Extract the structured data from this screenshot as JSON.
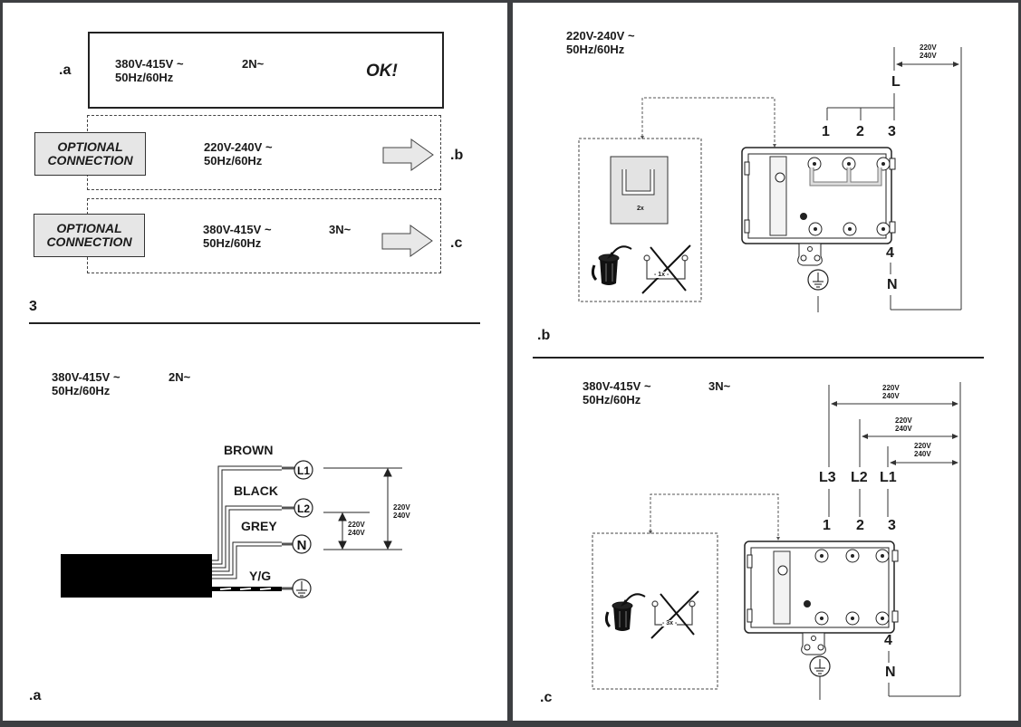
{
  "left_page": {
    "overview": {
      "row_a": {
        "label": ".a",
        "voltage": "380V-415V ~",
        "frequency": "50Hz/60Hz",
        "phase": "2N~",
        "status": "OK!"
      },
      "row_b": {
        "badge_line1": "OPTIONAL",
        "badge_line2": "CONNECTION",
        "voltage": "220V-240V ~",
        "frequency": "50Hz/60Hz",
        "label": ".b"
      },
      "row_c": {
        "badge_line1": "OPTIONAL",
        "badge_line2": "CONNECTION",
        "voltage": "380V-415V ~",
        "frequency": "50Hz/60Hz",
        "phase": "3N~",
        "label": ".c"
      }
    },
    "section_number": "3",
    "diagram_a": {
      "voltage": "380V-415V ~",
      "frequency": "50Hz/60Hz",
      "phase": "2N~",
      "wires": [
        {
          "color_name": "BROWN",
          "terminal": "L1"
        },
        {
          "color_name": "BLACK",
          "terminal": "L2"
        },
        {
          "color_name": "GREY",
          "terminal": "N"
        },
        {
          "color_name": "Y/G",
          "terminal": "earth"
        }
      ],
      "measure_l1_n": "220V\n240V",
      "measure_l2_n": "220V\n240V",
      "caption": ".a"
    }
  },
  "right_page": {
    "diagram_b": {
      "voltage": "220V-240V ~",
      "frequency": "50Hz/60Hz",
      "measure": "220V\n240V",
      "line_label": "L",
      "terminals_top": [
        "1",
        "2",
        "3"
      ],
      "terminal_bottom": "4",
      "neutral_label": "N",
      "bridge_count": "2x",
      "discard_count": "- 1x -",
      "caption": ".b"
    },
    "diagram_c": {
      "voltage": "380V-415V ~",
      "frequency": "50Hz/60Hz",
      "phase": "3N~",
      "measures": [
        "220V\n240V",
        "220V\n240V",
        "220V\n240V"
      ],
      "line_labels": [
        "L3",
        "L2",
        "L1"
      ],
      "terminals_top": [
        "1",
        "2",
        "3"
      ],
      "terminal_bottom": "4",
      "neutral_label": "N",
      "discard_count": "- 3x -",
      "caption": ".c"
    }
  }
}
